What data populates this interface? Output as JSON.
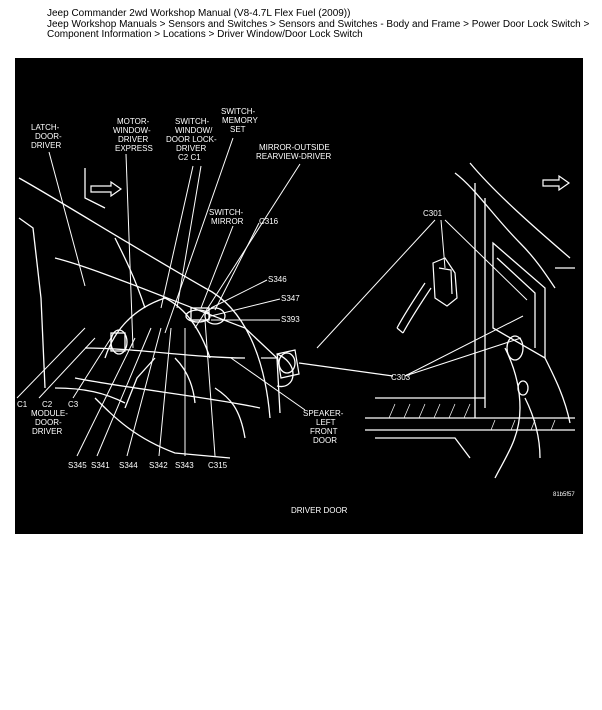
{
  "header": {
    "line1": "Jeep Commander 2wd Workshop Manual (V8-4.7L Flex Fuel (2009))",
    "line2": "Jeep Workshop Manuals > Sensors and Switches > Sensors and Switches - Body and Frame > Power Door Lock Switch >",
    "line3": "Component Information > Locations > Driver Window/Door Lock Switch"
  },
  "diagram": {
    "labels": {
      "latch_1": "LATCH-",
      "latch_2": "DOOR-",
      "latch_3": "DRIVER",
      "motor_1": "MOTOR-",
      "motor_2": "WINDOW-",
      "motor_3": "DRIVER",
      "motor_4": "EXPRESS",
      "sww_1": "SWITCH-",
      "sww_2": "WINDOW/",
      "sww_3": "DOOR LOCK-",
      "sww_4": "DRIVER",
      "sww_5": "C2 C1",
      "swm_1": "SWITCH-",
      "swm_2": "MEMORY",
      "swm_3": "SET",
      "mirror_1": "MIRROR-OUTSIDE",
      "mirror_2": "REARVIEW-DRIVER",
      "swmir_1": "SWITCH-",
      "swmir_2": "MIRROR",
      "c316": "C316",
      "s346": "S346",
      "s347": "S347",
      "s393": "S393",
      "c301": "C301",
      "c303": "C303",
      "c1": "C1",
      "c2": "C2",
      "c3": "C3",
      "module_1": "MODULE-",
      "module_2": "DOOR-",
      "module_3": "DRIVER",
      "speaker_1": "SPEAKER-",
      "speaker_2": "LEFT",
      "speaker_3": "FRONT",
      "speaker_4": "DOOR",
      "s345": "S345",
      "s341": "S341",
      "s344": "S344",
      "s342": "S342",
      "s343": "S343",
      "c315": "C315",
      "caption": "DRIVER DOOR",
      "figure_id": "81b5f57"
    }
  }
}
